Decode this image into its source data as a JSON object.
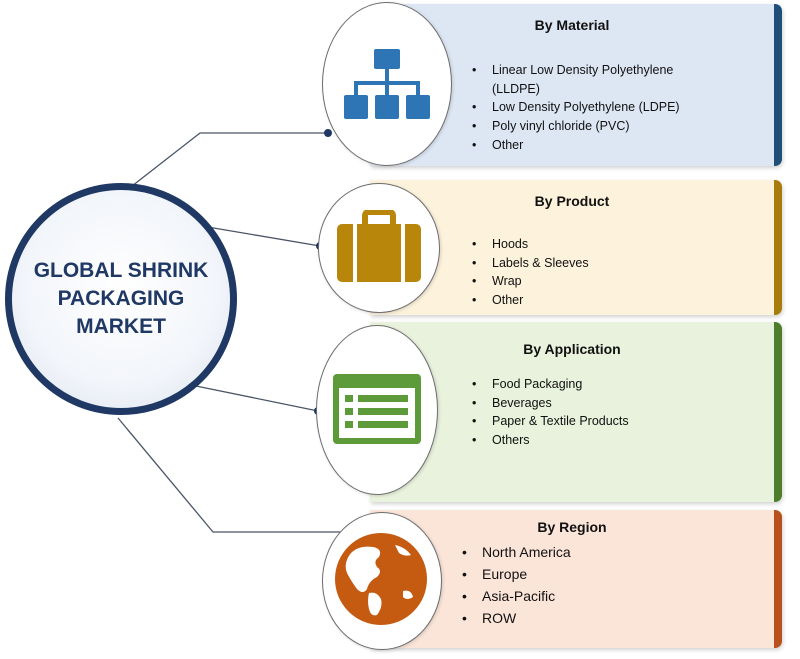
{
  "center": {
    "title_lines": [
      "GLOBAL SHRINK",
      "PACKAGING",
      "MARKET"
    ]
  },
  "segments": [
    {
      "title": "By Material",
      "items": [
        "Linear Low Density Polyethylene (LLDPE)",
        "Low Density Polyethylene (LDPE)",
        "Poly vinyl chloride (PVC)",
        "Other"
      ],
      "icon": "hierarchy-icon",
      "card_color": "#dde7f4",
      "accent_color": "#1f4e79",
      "icon_color": "#2e75b6"
    },
    {
      "title": "By Product",
      "items": [
        "Hoods",
        "Labels & Sleeves",
        "Wrap",
        " Other"
      ],
      "icon": "briefcase-icon",
      "card_color": "#fdf2dc",
      "accent_color": "#a87c0b",
      "icon_color": "#b8860b"
    },
    {
      "title": "By Application",
      "items": [
        "Food Packaging",
        "Beverages",
        "Paper & Textile Products",
        "Others"
      ],
      "icon": "list-window-icon",
      "card_color": "#e8f2dc",
      "accent_color": "#4e7d2c",
      "icon_color": "#5d9b3a"
    },
    {
      "title": "By Region",
      "items": [
        "North America",
        "Europe",
        "Asia-Pacific",
        "ROW"
      ],
      "icon": "globe-icon",
      "card_color": "#fbe5d9",
      "accent_color": "#b8501d",
      "icon_color": "#c55a11"
    }
  ]
}
